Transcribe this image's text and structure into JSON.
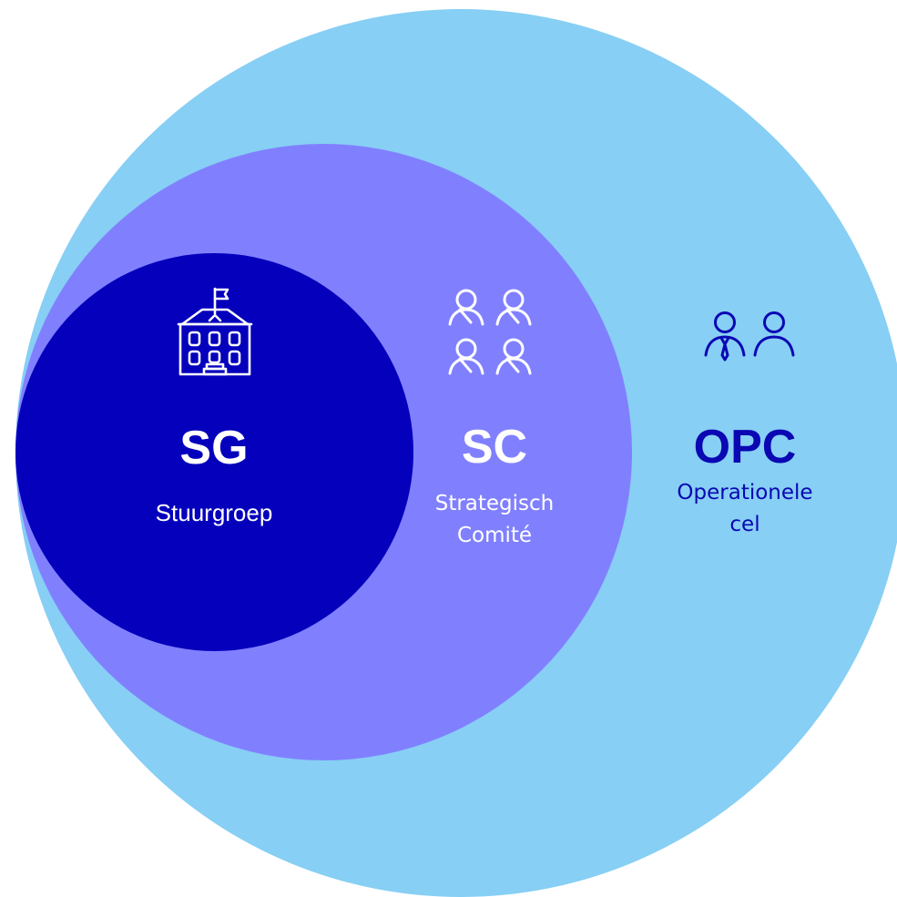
{
  "colors": {
    "outer_fill": "#87cff4",
    "middle_fill": "#8080ff",
    "inner_fill": "#0500bc",
    "white_text": "#ffffff",
    "opc_text": "#0a07b3"
  },
  "circles": [
    {
      "id": "sg",
      "abbreviation": "SG",
      "name": "Stuurgroep",
      "icon": "building-icon"
    },
    {
      "id": "sc",
      "abbreviation": "SC",
      "name": "Strategisch Comité",
      "icon": "group-four-people-icon"
    },
    {
      "id": "opc",
      "abbreviation": "OPC",
      "name": "Operationele cel",
      "icon": "two-people-icon"
    }
  ]
}
